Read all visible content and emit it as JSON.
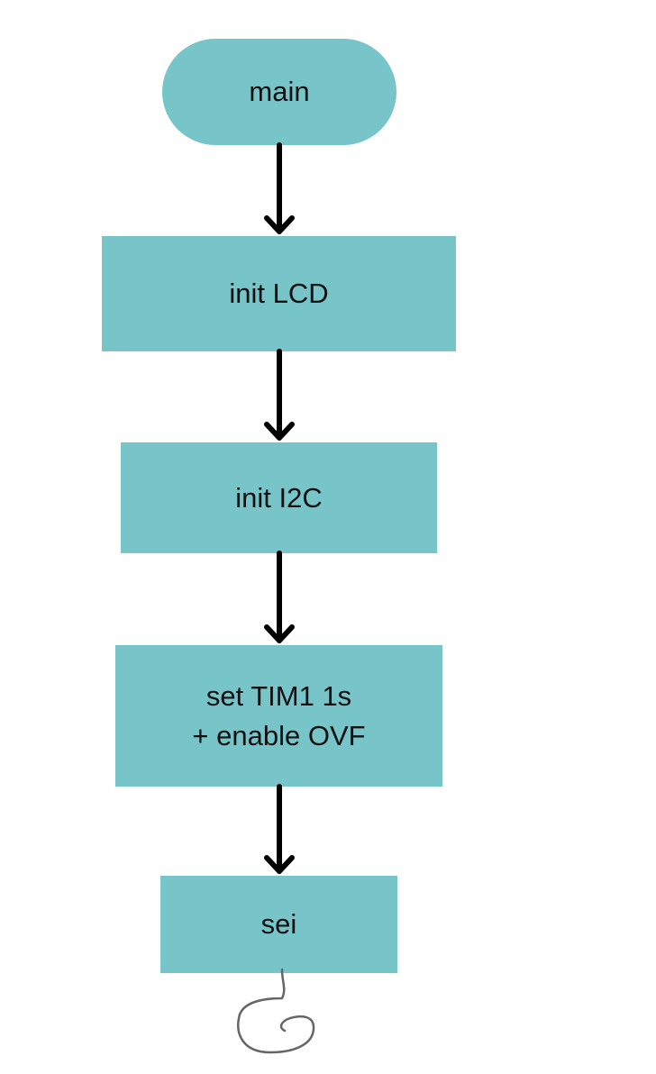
{
  "flowchart": {
    "start": {
      "label": "main"
    },
    "steps": [
      {
        "label": "init LCD"
      },
      {
        "label": "init I2C"
      },
      {
        "lines": [
          "set TIM1 1s",
          "+ enable OVF"
        ]
      },
      {
        "label": "sei"
      }
    ]
  },
  "colors": {
    "node_fill": "#77c4c9",
    "arrow": "#000000",
    "scribble": "#666666"
  }
}
